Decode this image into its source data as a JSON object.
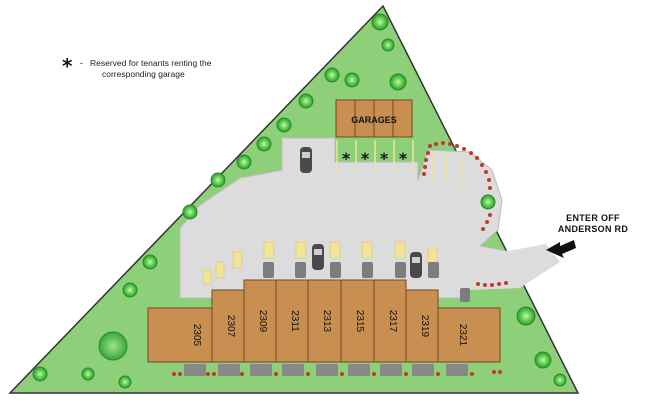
{
  "legend": {
    "symbol": "*",
    "dash": "-",
    "line1": "Reserved for tenants renting the",
    "line2": "corresponding garage"
  },
  "garages": {
    "label": "GARAGES"
  },
  "reserved_symbol": "*",
  "entrance": {
    "line1": "ENTER OFF",
    "line2": "ANDERSON RD"
  },
  "units": [
    "2305",
    "2307",
    "2309",
    "2311",
    "2313",
    "2315",
    "2317",
    "2319",
    "2321"
  ],
  "colors": {
    "lawn": "#8ed07a",
    "lawn_border": "#333333",
    "pavement": "#dcdcdc",
    "building": "#c98f50",
    "building_border": "#6e4a22",
    "tree": "#4cc24c",
    "flower": "#c0392b",
    "parking_stripe": "#f3e39a"
  }
}
